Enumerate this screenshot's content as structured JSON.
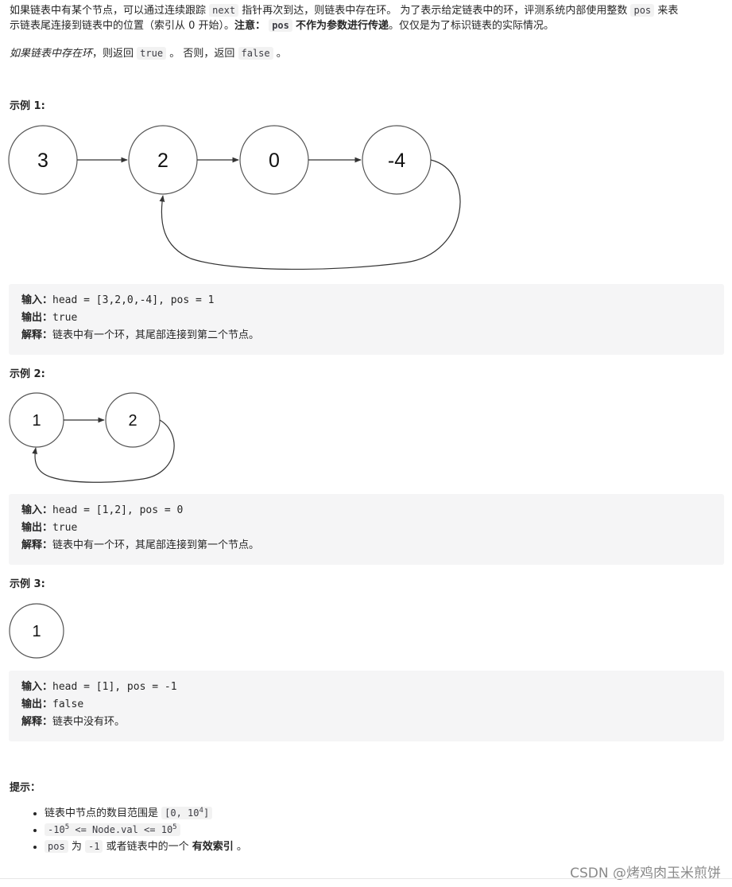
{
  "intro": {
    "line1_a": "如果链表中有某个节点，可以通过连续跟踪",
    "line1_code1": "next",
    "line1_b": "指针再次到达，则链表中存在环。 为了表示给定链表中的环，评测系统内部使用整数",
    "line1_code2": "pos",
    "line1_c": "来表",
    "line2_a": "示链表尾连接到链表中的位置（索引从 0 开始）。",
    "line2_note": "注意：",
    "line2_code": "pos",
    "line2_bold": "不作为参数进行传递",
    "line2_b": "。仅仅是为了标识链表的实际情况。",
    "line3_ital": "如果链表中存在环",
    "line3_a": "，则返回",
    "line3_code1": "true",
    "line3_b": "。 否则，返回",
    "line3_code2": "false",
    "line3_c": "。"
  },
  "examples": [
    {
      "heading": "示例 1:",
      "nodes": [
        "3",
        "2",
        "0",
        "-4"
      ],
      "input_label": "输入：",
      "input": "head = [3,2,0,-4], pos = 1",
      "output_label": "输出：",
      "output": "true",
      "explain_label": "解释：",
      "explain": "链表中有一个环，其尾部连接到第二个节点。"
    },
    {
      "heading": "示例 2:",
      "nodes": [
        "1",
        "2"
      ],
      "input_label": "输入：",
      "input": "head = [1,2], pos = 0",
      "output_label": "输出：",
      "output": "true",
      "explain_label": "解释：",
      "explain": "链表中有一个环，其尾部连接到第一个节点。"
    },
    {
      "heading": "示例 3:",
      "nodes": [
        "1"
      ],
      "input_label": "输入：",
      "input": "head = [1], pos = -1",
      "output_label": "输出：",
      "output": "false",
      "explain_label": "解释：",
      "explain": "链表中没有环。"
    }
  ],
  "tips": {
    "heading": "提示：",
    "item1_text": "链表中节点的数目范围是",
    "item1_code": "[0, 10",
    "item1_sup": "4",
    "item1_close": "]",
    "item2_a": "-10",
    "item2_sup1": "5",
    "item2_b": "<= Node.val <= 10",
    "item2_sup2": "5",
    "item3_code1": "pos",
    "item3_a": "为",
    "item3_code2": "-1",
    "item3_b": "或者链表中的一个",
    "item3_bold": "有效索引",
    "item3_c": "。"
  },
  "watermark": "CSDN @烤鸡肉玉米煎饼"
}
